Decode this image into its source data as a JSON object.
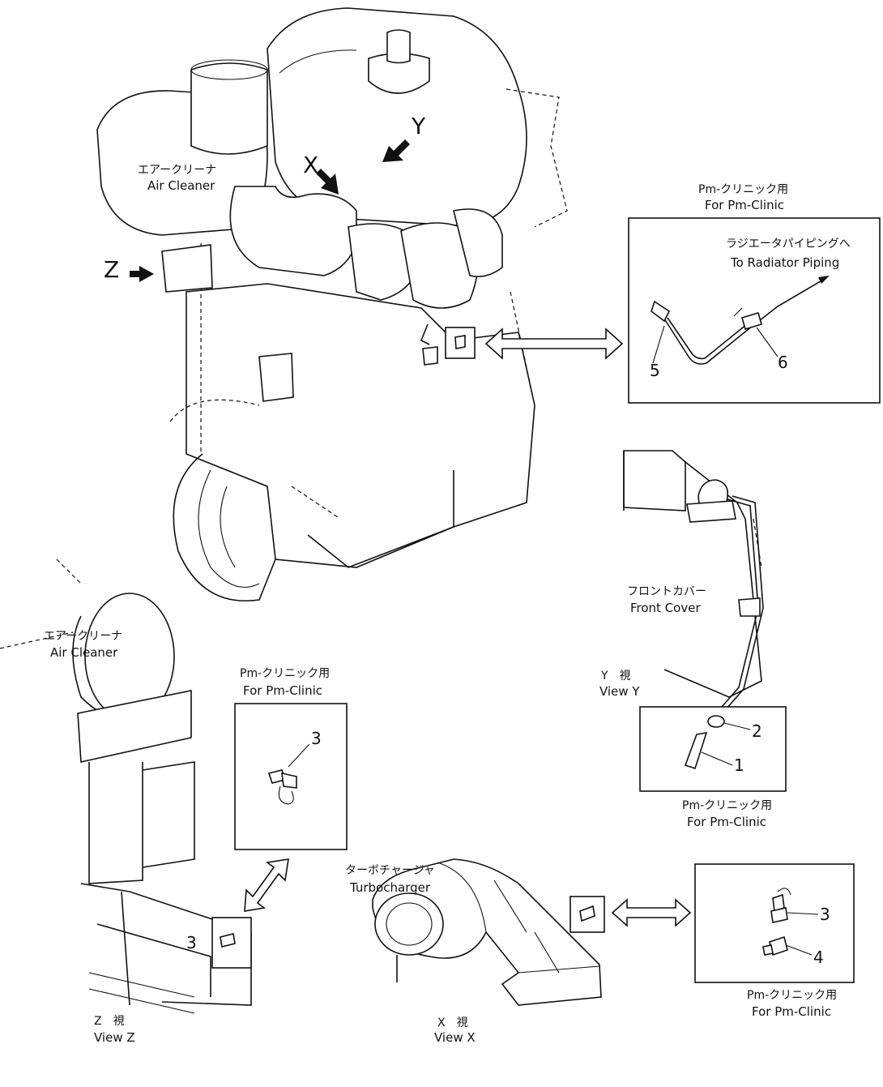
{
  "view_marks": {
    "x": "X",
    "y": "Y",
    "z": "Z"
  },
  "labels": {
    "air_cleaner_top_jp": "エアークリーナ",
    "air_cleaner_top_en": "Air Cleaner",
    "air_cleaner_left_jp": "エアークリーナ",
    "air_cleaner_left_en": "Air Cleaner",
    "turbo_jp": "ターボチャージャ",
    "turbo_en": "Turbocharger",
    "front_cover_jp": "フロントカバー",
    "front_cover_en": "Front Cover",
    "radiator_jp": "ラジエータパイピングへ",
    "radiator_en": "To Radiator Piping"
  },
  "pm_clinic": {
    "jp": "Pm-クリニック用",
    "en": "For Pm-Clinic"
  },
  "views": {
    "view_y_jp": "Y　視",
    "view_y_en": "View  Y",
    "view_z_jp": "Z　視",
    "view_z_en": "View  Z",
    "view_x_jp": "X　視",
    "view_x_en": "View  X"
  },
  "part_numbers": [
    "1",
    "2",
    "3",
    "3",
    "3",
    "4",
    "5",
    "6"
  ]
}
